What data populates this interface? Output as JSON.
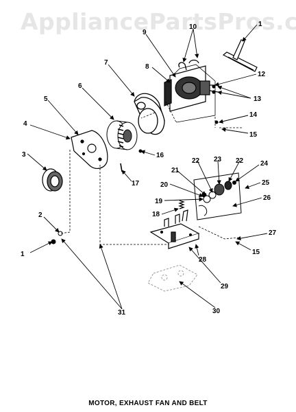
{
  "watermark": "AppliancePartsPros.com",
  "caption": "MOTOR, EXHAUST FAN AND BELT",
  "colors": {
    "ink": "#000000",
    "watermark": "#e6e6e6",
    "background": "#ffffff"
  },
  "callouts": [
    {
      "id": "1a",
      "text": "1"
    },
    {
      "id": "1b",
      "text": "1"
    },
    {
      "id": "2",
      "text": "2"
    },
    {
      "id": "3",
      "text": "3"
    },
    {
      "id": "4",
      "text": "4"
    },
    {
      "id": "5",
      "text": "5"
    },
    {
      "id": "6",
      "text": "6"
    },
    {
      "id": "7",
      "text": "7"
    },
    {
      "id": "8",
      "text": "8"
    },
    {
      "id": "9",
      "text": "9"
    },
    {
      "id": "10",
      "text": "10"
    },
    {
      "id": "12",
      "text": "12"
    },
    {
      "id": "13",
      "text": "13"
    },
    {
      "id": "14",
      "text": "14"
    },
    {
      "id": "15a",
      "text": "15"
    },
    {
      "id": "15b",
      "text": "15"
    },
    {
      "id": "16",
      "text": "16"
    },
    {
      "id": "17",
      "text": "17"
    },
    {
      "id": "18",
      "text": "18"
    },
    {
      "id": "19",
      "text": "19"
    },
    {
      "id": "20",
      "text": "20"
    },
    {
      "id": "21",
      "text": "21"
    },
    {
      "id": "22a",
      "text": "22"
    },
    {
      "id": "22b",
      "text": "22"
    },
    {
      "id": "23",
      "text": "23"
    },
    {
      "id": "24",
      "text": "24"
    },
    {
      "id": "25",
      "text": "25"
    },
    {
      "id": "26",
      "text": "26"
    },
    {
      "id": "27",
      "text": "27"
    },
    {
      "id": "28",
      "text": "28"
    },
    {
      "id": "29",
      "text": "29"
    },
    {
      "id": "30",
      "text": "30"
    },
    {
      "id": "31",
      "text": "31"
    }
  ]
}
